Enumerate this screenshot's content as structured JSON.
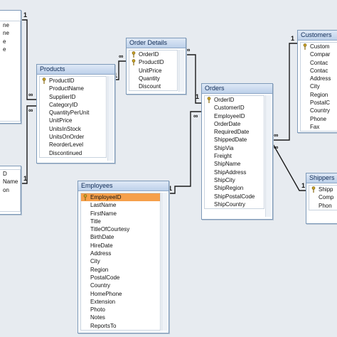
{
  "cardinality": {
    "one": "1",
    "many": "∞"
  },
  "tables": {
    "left_top": {
      "fields": [
        "ne",
        "ne",
        "e",
        "e"
      ]
    },
    "left_bottom": {
      "fields": [
        "D",
        "Name",
        "on"
      ]
    },
    "products": {
      "title": "Products",
      "fields": [
        "ProductID",
        "ProductName",
        "SupplierID",
        "CategoryID",
        "QuantityPerUnit",
        "UnitPrice",
        "UnitsInStock",
        "UnitsOnOrder",
        "ReorderLevel",
        "Discontinued"
      ]
    },
    "order_details": {
      "title": "Order Details",
      "fields": [
        "OrderID",
        "ProductID",
        "UnitPrice",
        "Quantity",
        "Discount"
      ]
    },
    "orders": {
      "title": "Orders",
      "fields": [
        "OrderID",
        "CustomerID",
        "EmployeeID",
        "OrderDate",
        "RequiredDate",
        "ShippedDate",
        "ShipVia",
        "Freight",
        "ShipName",
        "ShipAddress",
        "ShipCity",
        "ShipRegion",
        "ShipPostalCode",
        "ShipCountry"
      ]
    },
    "customers": {
      "title": "Customers",
      "fields": [
        "Custom",
        "Compar",
        "Contac",
        "Contac",
        "Address",
        "City",
        "Region",
        "PostalC",
        "Country",
        "Phone",
        "Fax"
      ]
    },
    "employees": {
      "title": "Employees",
      "fields": [
        "EmployeeID",
        "LastName",
        "FirstName",
        "Title",
        "TitleOfCourtesy",
        "BirthDate",
        "HireDate",
        "Address",
        "City",
        "Region",
        "PostalCode",
        "Country",
        "HomePhone",
        "Extension",
        "Photo",
        "Notes",
        "ReportsTo"
      ]
    },
    "shippers": {
      "title": "Shippers",
      "fields": [
        "Shipp",
        "Comp",
        "Phon"
      ]
    }
  },
  "colors": {
    "selected_row": "#f6a04a",
    "header": "#bcd0ea",
    "line": "#1a1a1a"
  }
}
